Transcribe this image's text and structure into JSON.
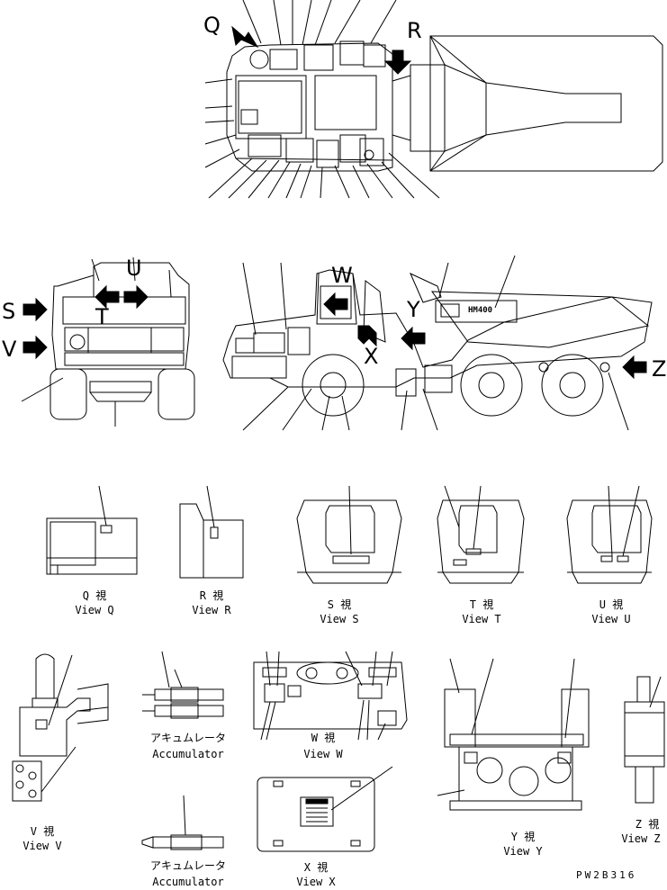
{
  "views": {
    "q": {
      "jp": "Q 視",
      "en": "View Q"
    },
    "r": {
      "jp": "R 視",
      "en": "View R"
    },
    "s": {
      "jp": "S 視",
      "en": "View S"
    },
    "t": {
      "jp": "T 視",
      "en": "View T"
    },
    "u": {
      "jp": "U 視",
      "en": "View U"
    },
    "v": {
      "jp": "V 視",
      "en": "View V"
    },
    "w": {
      "jp": "W 視",
      "en": "View W"
    },
    "x": {
      "jp": "X 視",
      "en": "View X"
    },
    "y": {
      "jp": "Y 視",
      "en": "View Y"
    },
    "z": {
      "jp": "Z 視",
      "en": "View Z"
    }
  },
  "markers": {
    "Q": "Q",
    "R": "R",
    "S": "S",
    "T": "T",
    "U": "U",
    "V": "V",
    "W": "W",
    "X": "X",
    "Y": "Y",
    "Z": "Z"
  },
  "accumulator": {
    "jp": "アキュムレータ",
    "en": "Accumulator"
  },
  "brand_plate": "HM400",
  "drawing_code": "PW2B316"
}
